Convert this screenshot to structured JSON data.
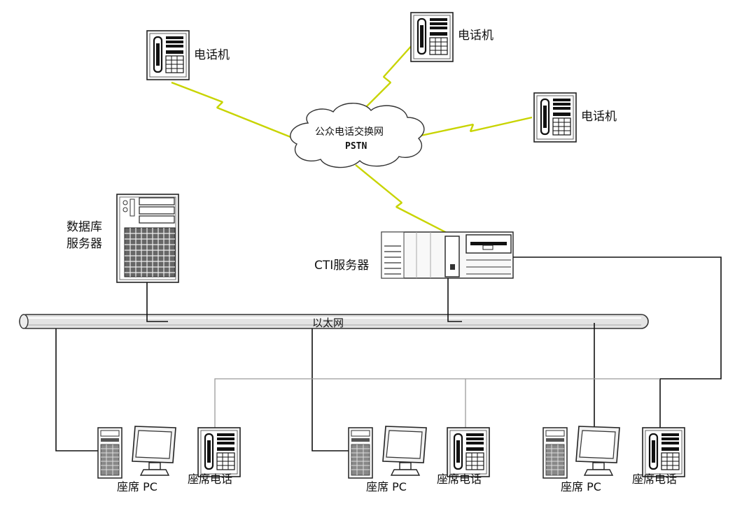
{
  "labels": {
    "phone_top_left": "电话机",
    "phone_top_center": "电话机",
    "phone_right": "电话机",
    "pstn_cn": "公众电话交换网",
    "pstn_en": "PSTN",
    "db_server_line1": "数据库",
    "db_server_line2": "服务器",
    "cti_server": "CTI服务器",
    "ethernet": "以太网",
    "agent_pc_1": "座席 PC",
    "agent_phone_1": "座席电话",
    "agent_pc_2": "座席 PC",
    "agent_phone_2": "座席电话",
    "agent_pc_3": "座席 PC",
    "agent_phone_3": "座席电话"
  }
}
